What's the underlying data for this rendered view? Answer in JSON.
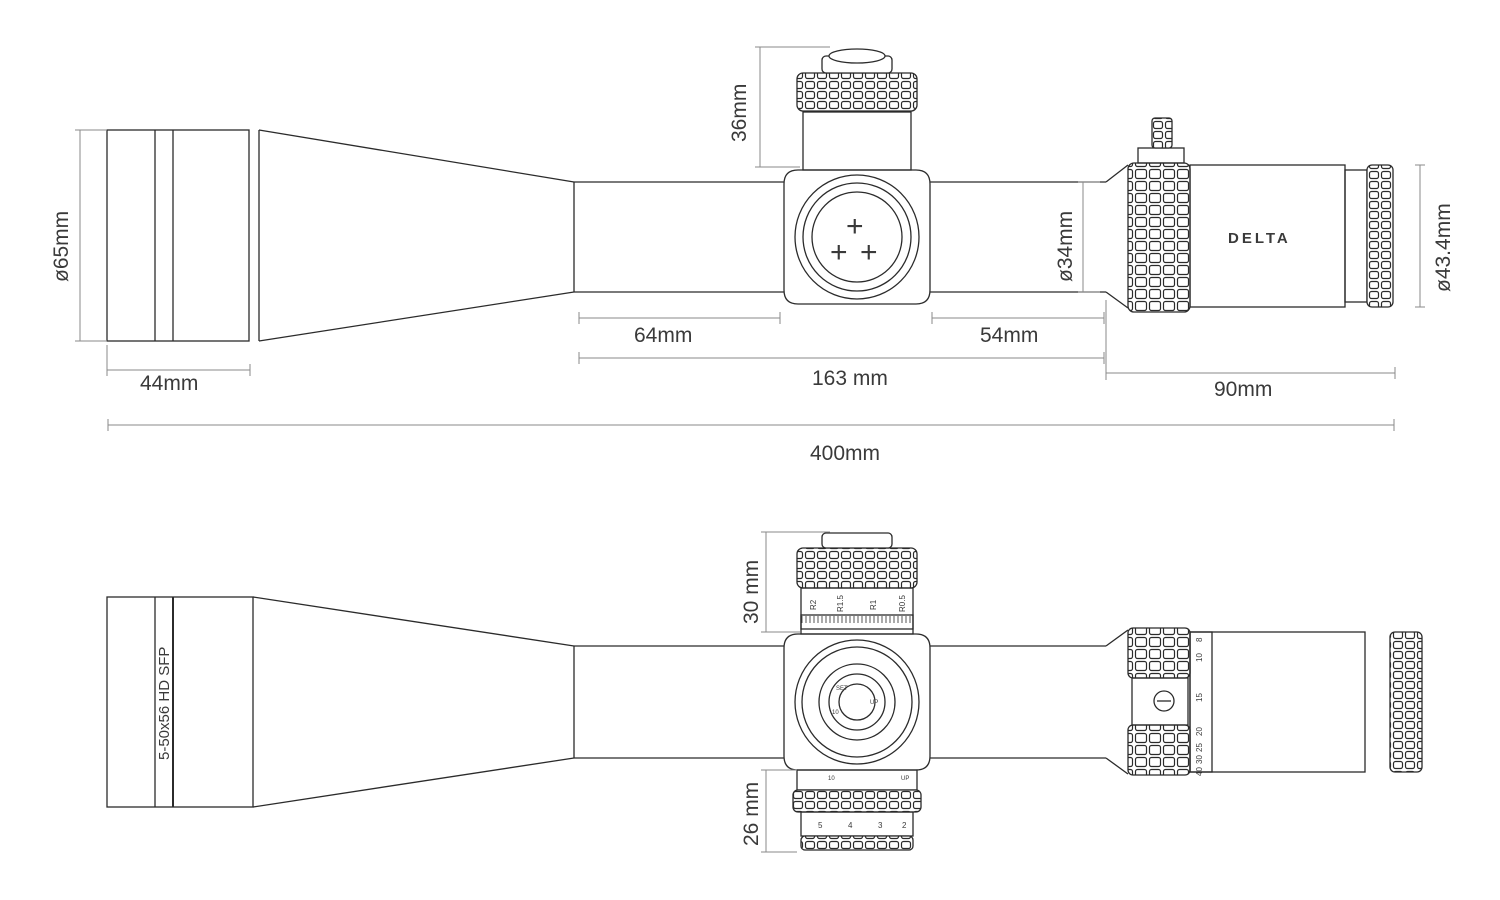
{
  "top_view": {
    "brand": "DELTA",
    "reticle_symbol": "+",
    "dimensions": {
      "turret_height": "36mm",
      "objective_diameter": "ø65mm",
      "tube_diameter": "ø34mm",
      "eyepiece_diameter": "ø43.4mm",
      "front_tube_length": "64mm",
      "rear_tube_length": "54mm",
      "tube_length": "163 mm",
      "eyepiece_length": "90mm",
      "objective_length": "44mm",
      "total_length": "400mm"
    }
  },
  "side_view": {
    "model_label": "5-50x56 HD SFP",
    "dimensions": {
      "elevation_turret_height": "30 mm",
      "windage_turret_height": "26 mm"
    },
    "elevation_scale": [
      "R2",
      "R1.5",
      "R1",
      "R0.5"
    ],
    "windage_scale": [
      "5",
      "4",
      "3",
      "2"
    ],
    "magnification_scale": [
      "8",
      "10",
      "15",
      "20",
      "25",
      "30",
      "40"
    ],
    "turret_small_marks": [
      "10",
      "UP"
    ],
    "parallax_ring_marks": [
      "SET",
      "10",
      "UP"
    ]
  },
  "colors": {
    "line": "#2b2b2b",
    "dimension_line": "#8a8a8a",
    "text": "#3a3a3a",
    "background": "#ffffff"
  }
}
